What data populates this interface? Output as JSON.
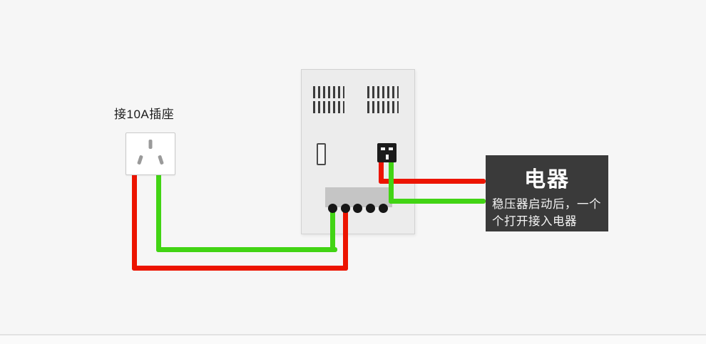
{
  "canvas": {
    "background": "#f6f6f6"
  },
  "socket": {
    "label": "接10A插座"
  },
  "appliance": {
    "title": "电器",
    "description": "稳压器启动后，一个个打开接入电器"
  },
  "colors": {
    "canvas_bg": "#f6f6f6",
    "wire_red": "#ec1400",
    "wire_green": "#42d414",
    "appliance_bg": "#3a3a3a",
    "panel_bg": "#ececec",
    "terminal_block": "#c5c5c5"
  }
}
